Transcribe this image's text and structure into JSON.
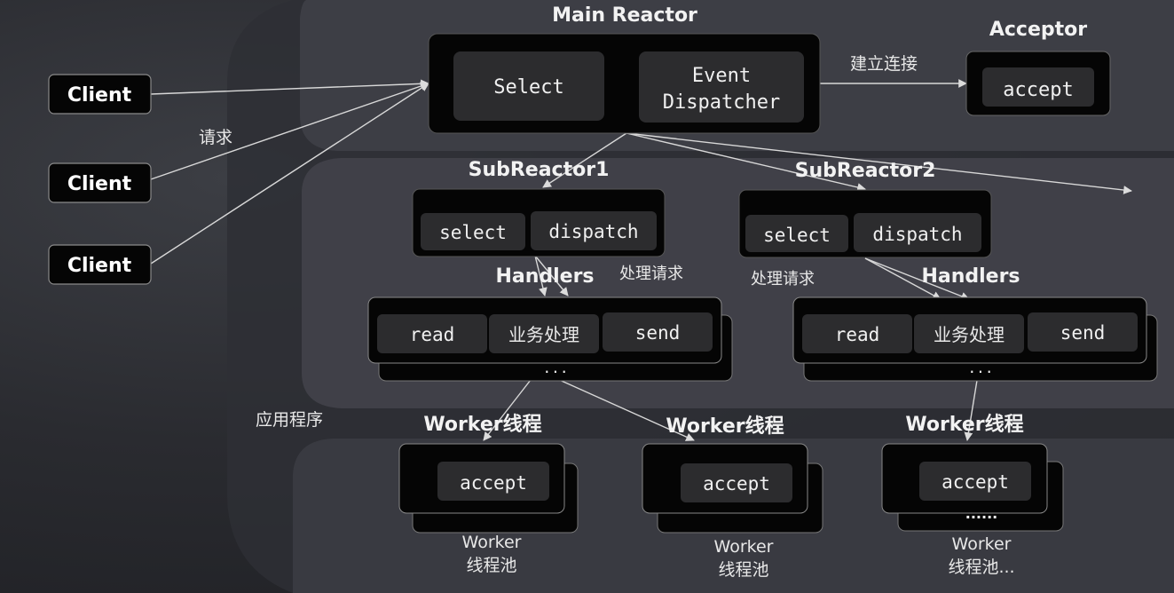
{
  "main_reactor": {
    "title": "Main Reactor",
    "select": "Select",
    "dispatcher_line1": "Event",
    "dispatcher_line2": "Dispatcher"
  },
  "acceptor": {
    "title": "Acceptor",
    "accept": "accept"
  },
  "connect_label": "建立连接",
  "request_label": "请求",
  "clients": [
    "Client",
    "Client",
    "Client"
  ],
  "sub_reactors": [
    {
      "title": "SubReactor1",
      "select": "select",
      "dispatch": "dispatch",
      "process_label": "处理请求",
      "handlers_title": "Handlers",
      "read": "read",
      "business": "业务处理",
      "send": "send",
      "more": "..."
    },
    {
      "title": "SubReactor2",
      "select": "select",
      "dispatch": "dispatch",
      "process_label": "处理请求",
      "handlers_title": "Handlers",
      "read": "read",
      "business": "业务处理",
      "send": "send",
      "more": "..."
    }
  ],
  "app_label": "应用程序",
  "workers": [
    {
      "title": "Worker线程",
      "accept": "accept",
      "pool_line1": "Worker",
      "pool_line2": "线程池",
      "more": ""
    },
    {
      "title": "Worker线程",
      "accept": "accept",
      "pool_line1": "Worker",
      "pool_line2": "线程池",
      "more": ""
    },
    {
      "title": "Worker线程",
      "accept": "accept",
      "pool_line1": "Worker",
      "pool_line2": "线程池...",
      "more": "......"
    }
  ],
  "colors": {
    "box_outer": "#050505",
    "box_inner": "#2c2c2e",
    "region": "#4a4b52",
    "line": "#d8d8d8"
  }
}
